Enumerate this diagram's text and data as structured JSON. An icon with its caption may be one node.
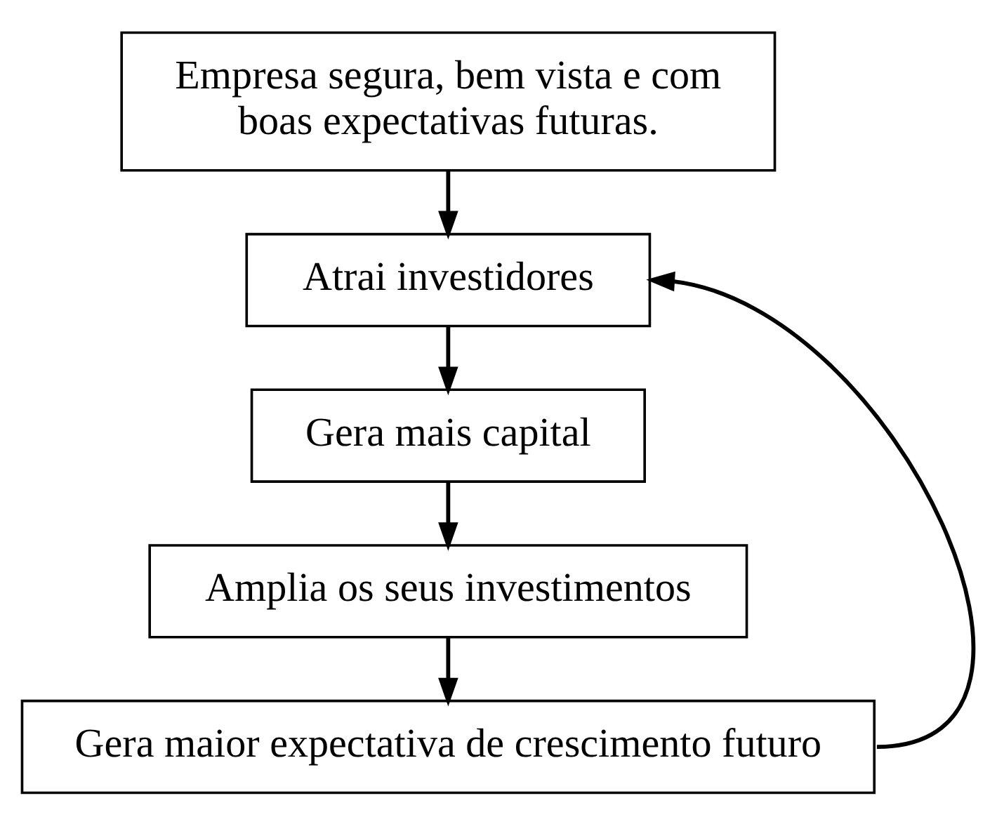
{
  "diagram": {
    "nodes": [
      {
        "text": [
          "Empresa segura, bem vista e com boas expectativas futuras."
        ]
      },
      {
        "text": [
          "Atrai investidores"
        ]
      },
      {
        "text": [
          "Gera mais capital"
        ]
      },
      {
        "text": [
          "Amplia os seus investimentos"
        ]
      },
      {
        "text": [
          "Gera maior expectativa de crescimento futuro"
        ]
      }
    ],
    "edges": [
      {
        "from": 0,
        "to": 1,
        "arrow": "to"
      },
      {
        "from": 1,
        "to": 2,
        "arrow": "to"
      },
      {
        "from": 2,
        "to": 3,
        "arrow": "to"
      },
      {
        "from": 3,
        "to": 4,
        "arrow": "to"
      },
      {
        "from": 4,
        "to": 1,
        "arrow": "to"
      }
    ]
  }
}
